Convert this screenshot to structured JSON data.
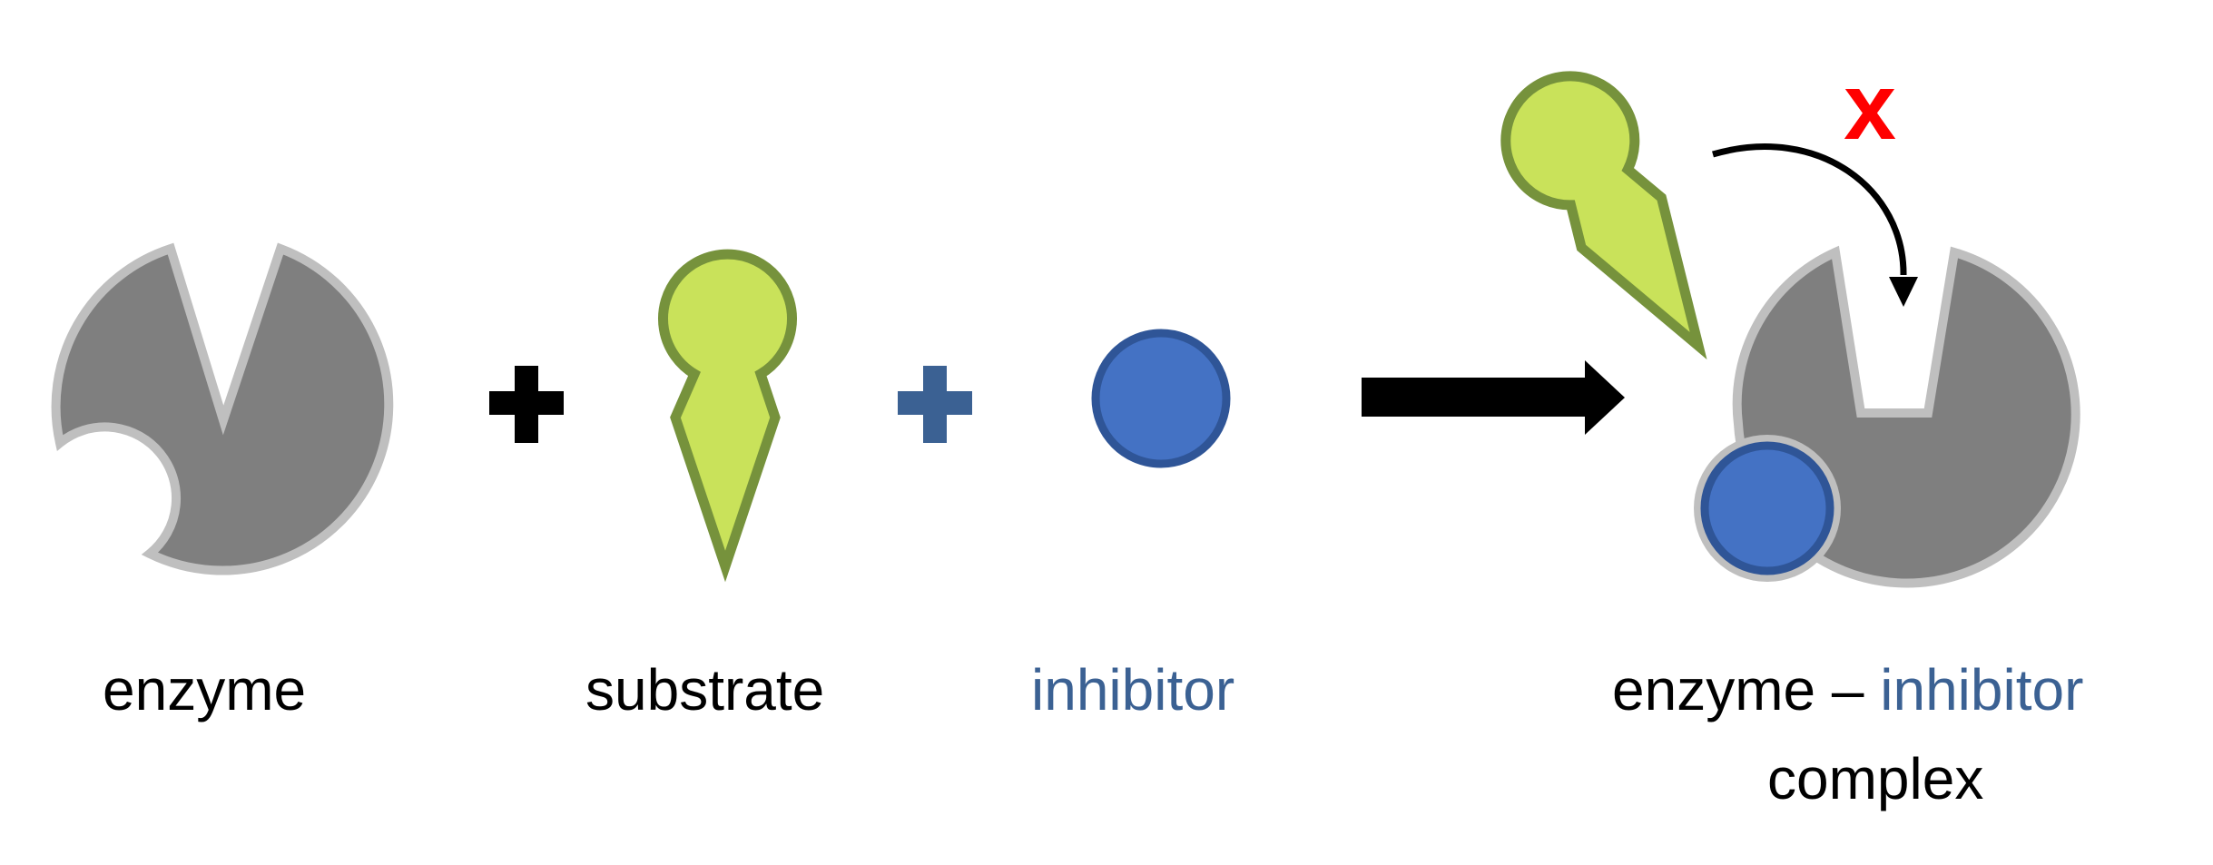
{
  "labels": {
    "enzyme": "enzyme",
    "substrate": "substrate",
    "inhibitor": "inhibitor",
    "complex_enzyme": "enzyme",
    "complex_dash": "–",
    "complex_inhibitor": "inhibitor",
    "complex_line2": "complex",
    "blocked_mark": "x"
  },
  "colors": {
    "enzyme_fill": "#7f7f7f",
    "enzyme_outline": "#bfbfbf",
    "substrate_fill": "#c9e25a",
    "substrate_outline": "#76923c",
    "inhibitor_fill": "#4472c4",
    "inhibitor_outline": "#2f5597",
    "inhibitor_text": "#3b6193",
    "plus_black": "#000000",
    "plus_blue": "#3b6193",
    "arrow": "#000000",
    "blocked_mark": "#ff0000",
    "text": "#000000"
  },
  "icons": [
    "enzyme-icon",
    "substrate-icon",
    "inhibitor-icon",
    "plus-icon",
    "reaction-arrow-icon",
    "curved-arrow-icon",
    "blocked-x-icon"
  ]
}
